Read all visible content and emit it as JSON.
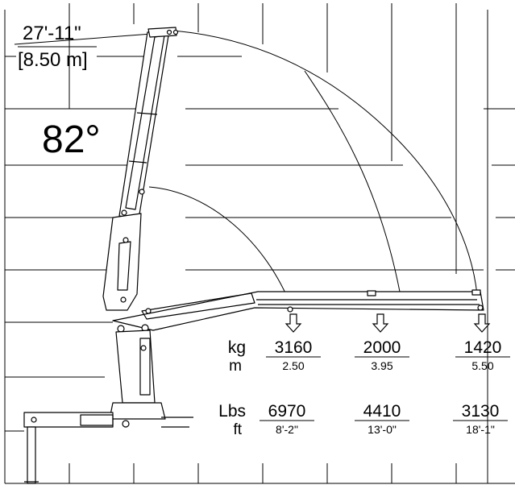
{
  "reach": {
    "imperial": "27'-11\"",
    "metric": "[8.50 m]"
  },
  "angle": "82°",
  "units": {
    "kg": "kg",
    "m": "m",
    "lbs": "Lbs",
    "ft": "ft"
  },
  "positions": [
    {
      "kg": "3160",
      "m": "2.50",
      "lbs": "6970",
      "ft": "8'-2\""
    },
    {
      "kg": "2000",
      "m": "3.95",
      "lbs": "4410",
      "ft": "13'-0\""
    },
    {
      "kg": "1420",
      "m": "5.50",
      "lbs": "3130",
      "ft": "18'-1\""
    }
  ],
  "colors": {
    "line": "#000000",
    "grid": "#000000",
    "background": "#ffffff"
  }
}
